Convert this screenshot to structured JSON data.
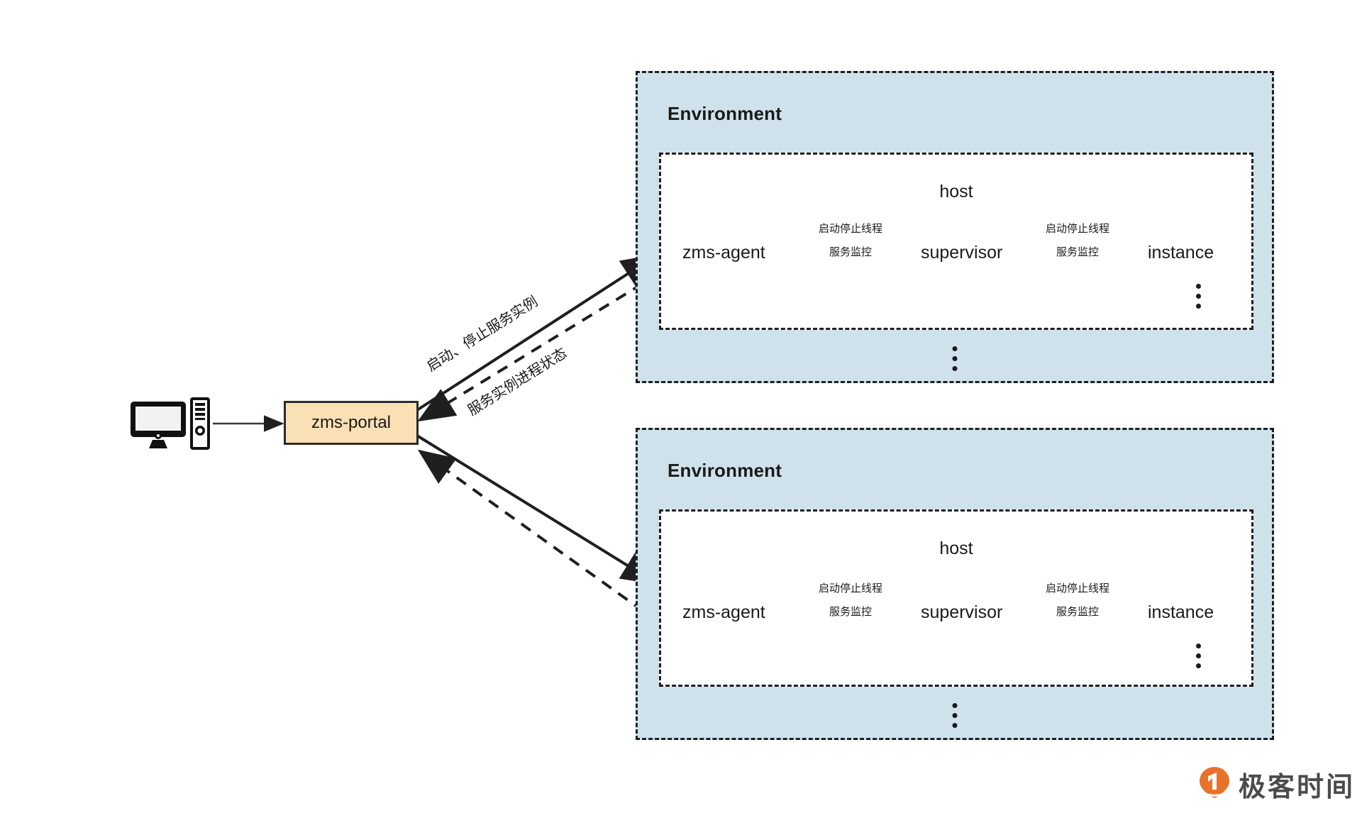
{
  "diagram": {
    "title": "ZMS service instance management architecture",
    "colors": {
      "environment_fill": "#cfe2ec",
      "host_fill": "#ffffff",
      "portal_fill": "#fae0b5",
      "stroke": "#1f1f1f",
      "logo_orange": "#e8722c"
    }
  },
  "client": {
    "icon": "desktop-computer-icon",
    "link_label": ""
  },
  "portal": {
    "label": "zms-portal"
  },
  "portal_links": [
    {
      "label": "启动、停止服务实例",
      "style": "solid",
      "direction": "portal-to-environment"
    },
    {
      "label": "服务实例进程状态",
      "style": "dashed",
      "direction": "environment-to-portal"
    }
  ],
  "environments": [
    {
      "label": "Environment",
      "hosts": [
        {
          "label": "host",
          "nodes": [
            "zms-agent",
            "supervisor",
            "instance"
          ],
          "flows": [
            {
              "label": "启动停止线程",
              "style": "solid",
              "direction": "right"
            },
            {
              "label": "服务监控",
              "style": "dashed",
              "direction": "left"
            }
          ],
          "more_instances": "⋮"
        }
      ],
      "more_hosts": "⋮"
    },
    {
      "label": "Environment",
      "hosts": [
        {
          "label": "host",
          "nodes": [
            "zms-agent",
            "supervisor",
            "instance"
          ],
          "flows": [
            {
              "label": "启动停止线程",
              "style": "solid",
              "direction": "right"
            },
            {
              "label": "服务监控",
              "style": "dashed",
              "direction": "left"
            }
          ],
          "more_instances": "⋮"
        }
      ],
      "more_hosts": "⋮"
    }
  ],
  "watermark": {
    "text": "极客时间",
    "icon": "geektime-pin-logo"
  }
}
